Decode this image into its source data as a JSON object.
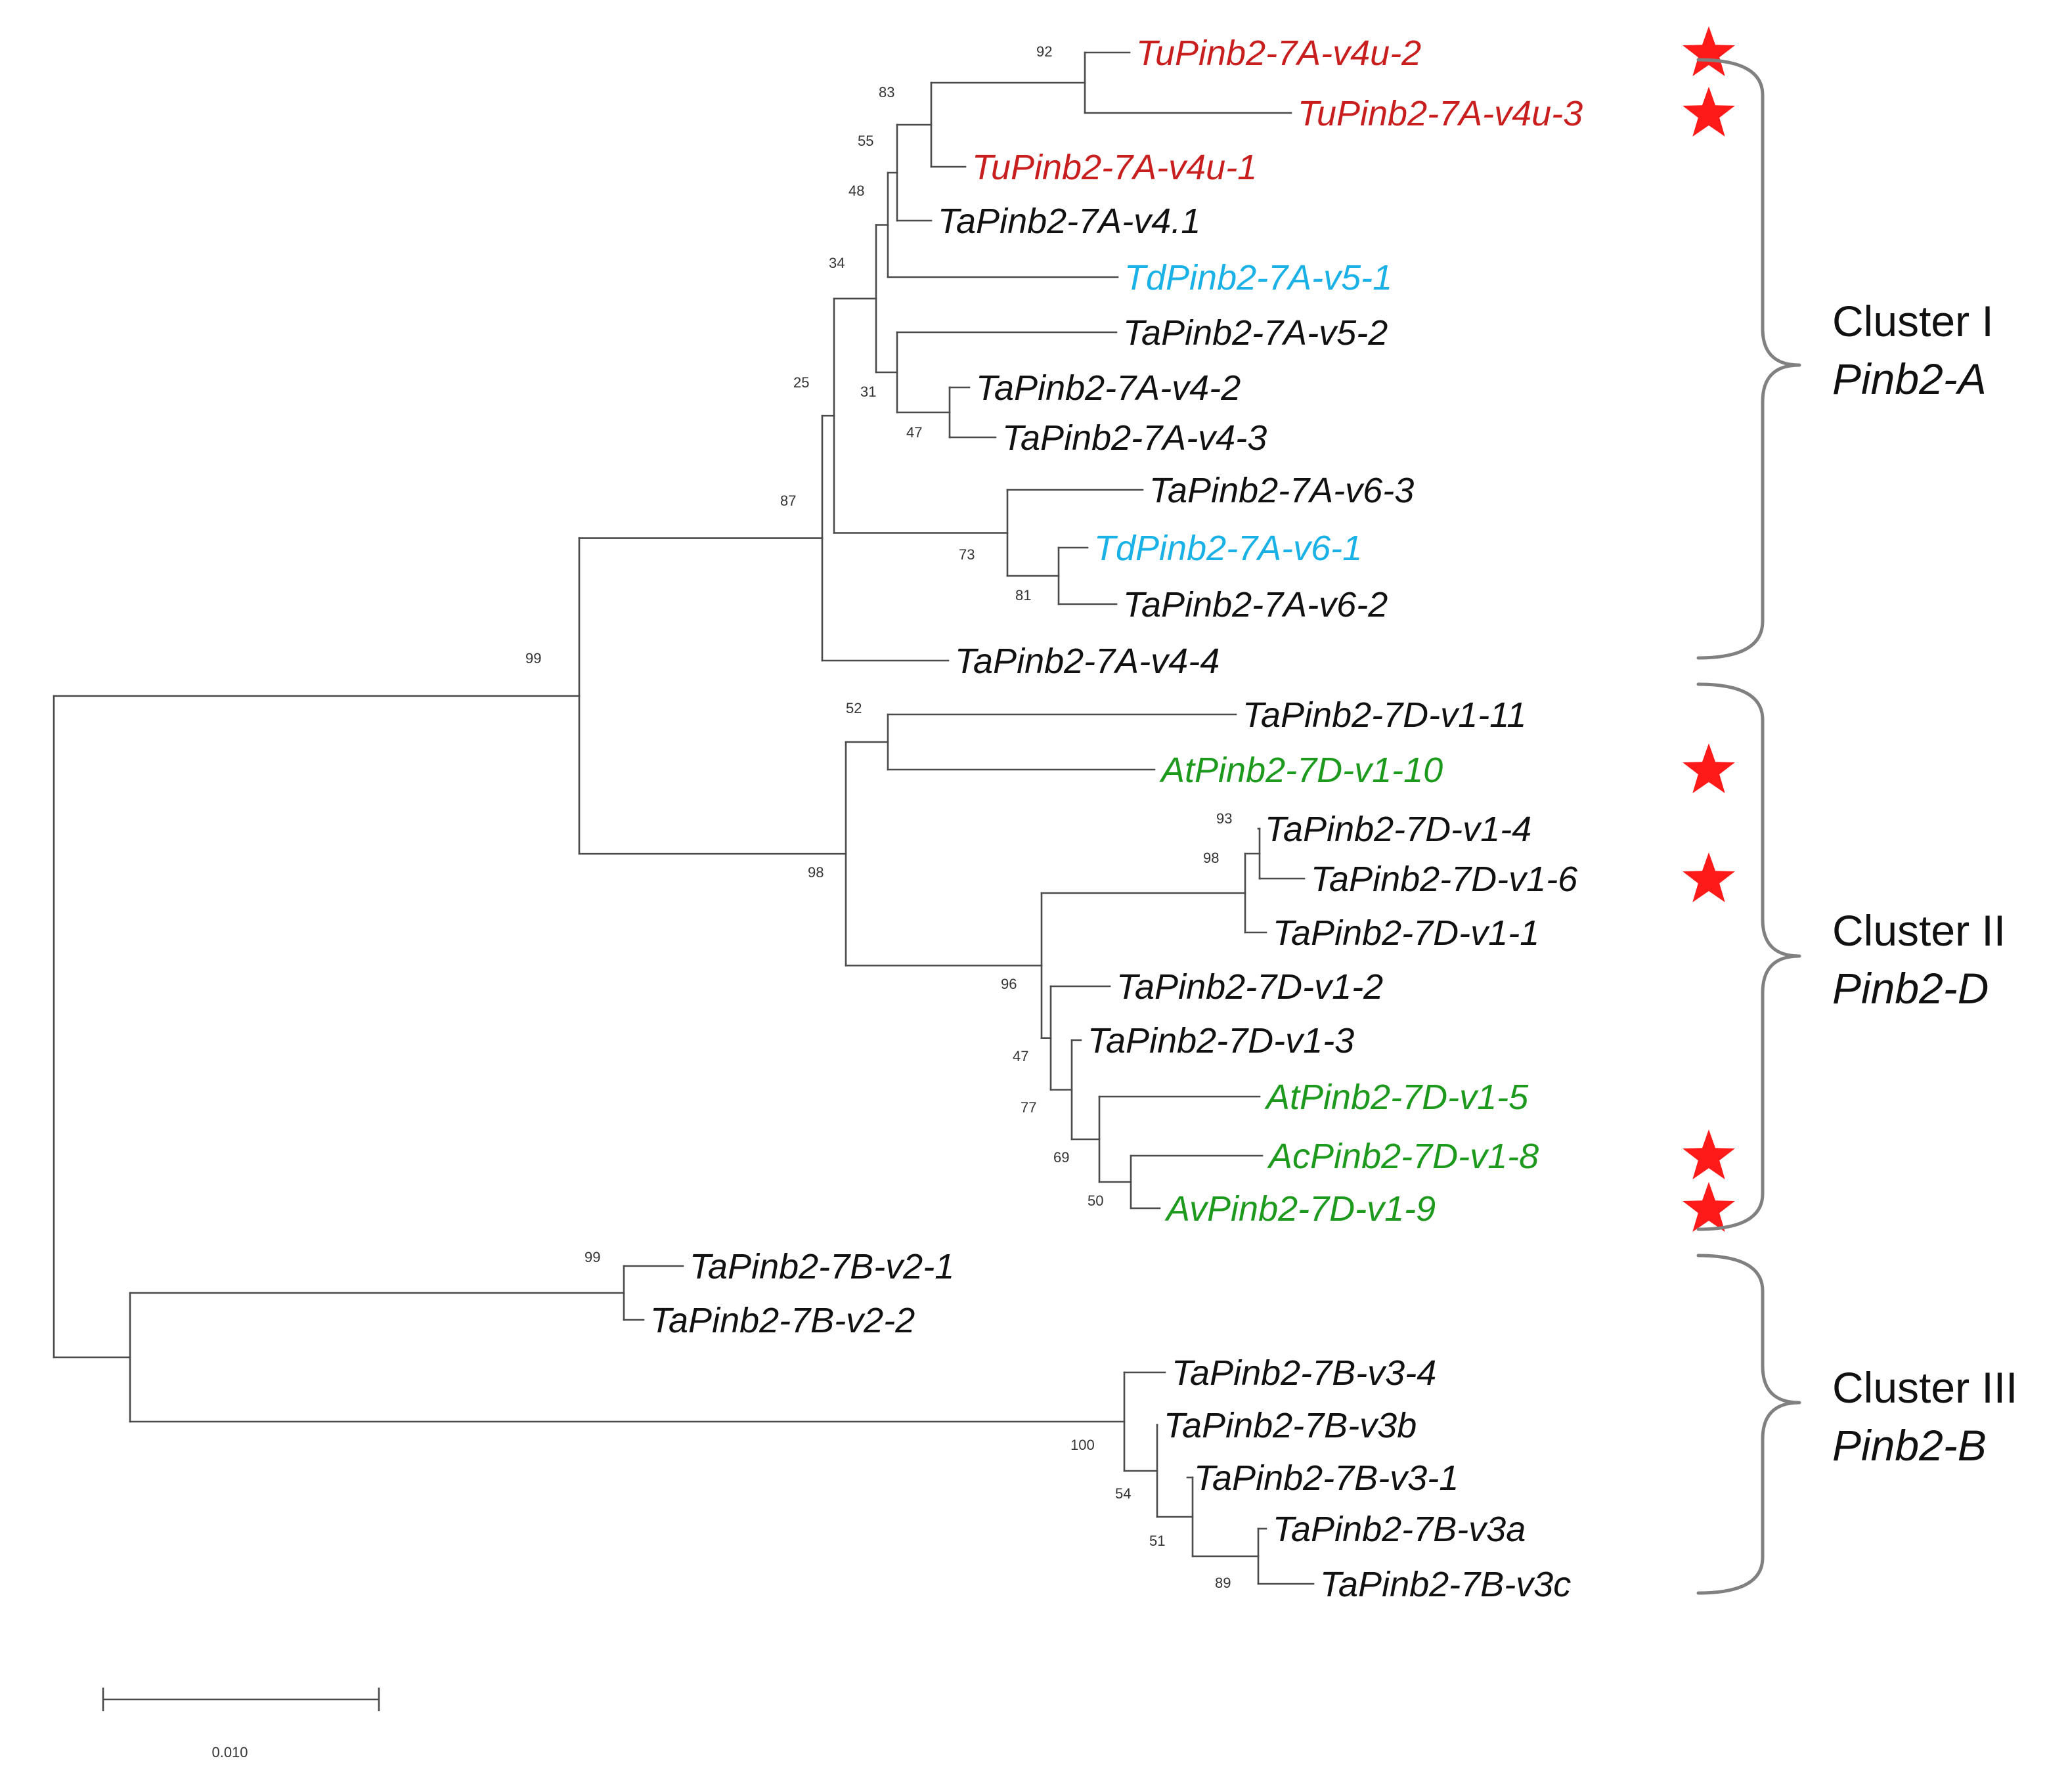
{
  "colors": {
    "Tu": "#c81e1e",
    "Td": "#1ab2e6",
    "Ta": "#111111",
    "Aegilops": "#1d9a1d",
    "star": "#ff1a1a",
    "brace": "#808080",
    "branch": "#4a4a4a"
  },
  "tree": {
    "leaves": [
      {
        "label": "TuPinb2-7A-v4u-2",
        "group": "Tu",
        "star": true
      },
      {
        "label": "TuPinb2-7A-v4u-3",
        "group": "Tu",
        "star": true
      },
      {
        "label": "TuPinb2-7A-v4u-1",
        "group": "Tu",
        "star": false
      },
      {
        "label": "TaPinb2-7A-v4.1",
        "group": "Ta",
        "star": false
      },
      {
        "label": "TdPinb2-7A-v5-1",
        "group": "Td",
        "star": false
      },
      {
        "label": "TaPinb2-7A-v5-2",
        "group": "Ta",
        "star": false
      },
      {
        "label": "TaPinb2-7A-v4-2",
        "group": "Ta",
        "star": false
      },
      {
        "label": "TaPinb2-7A-v4-3",
        "group": "Ta",
        "star": false
      },
      {
        "label": "TaPinb2-7A-v6-3",
        "group": "Ta",
        "star": false
      },
      {
        "label": "TdPinb2-7A-v6-1",
        "group": "Td",
        "star": false
      },
      {
        "label": "TaPinb2-7A-v6-2",
        "group": "Ta",
        "star": false
      },
      {
        "label": "TaPinb2-7A-v4-4",
        "group": "Ta",
        "star": false
      },
      {
        "label": "TaPinb2-7D-v1-11",
        "group": "Ta",
        "star": false
      },
      {
        "label": "AtPinb2-7D-v1-10",
        "group": "Aegilops",
        "star": true
      },
      {
        "label": "TaPinb2-7D-v1-4",
        "group": "Ta",
        "star": false
      },
      {
        "label": "TaPinb2-7D-v1-6",
        "group": "Ta",
        "star": true
      },
      {
        "label": "TaPinb2-7D-v1-1",
        "group": "Ta",
        "star": false
      },
      {
        "label": "TaPinb2-7D-v1-2",
        "group": "Ta",
        "star": false
      },
      {
        "label": "TaPinb2-7D-v1-3",
        "group": "Ta",
        "star": false
      },
      {
        "label": "AtPinb2-7D-v1-5",
        "group": "Aegilops",
        "star": false
      },
      {
        "label": "AcPinb2-7D-v1-8",
        "group": "Aegilops",
        "star": true
      },
      {
        "label": "AvPinb2-7D-v1-9",
        "group": "Aegilops",
        "star": true
      },
      {
        "label": "TaPinb2-7B-v2-1",
        "group": "Ta",
        "star": false
      },
      {
        "label": "TaPinb2-7B-v2-2",
        "group": "Ta",
        "star": false
      },
      {
        "label": "TaPinb2-7B-v3-4",
        "group": "Ta",
        "star": false
      },
      {
        "label": "TaPinb2-7B-v3b",
        "group": "Ta",
        "star": false
      },
      {
        "label": "TaPinb2-7B-v3-1",
        "group": "Ta",
        "star": false
      },
      {
        "label": "TaPinb2-7B-v3a",
        "group": "Ta",
        "star": false
      },
      {
        "label": "TaPinb2-7B-v3c",
        "group": "Ta",
        "star": false
      }
    ],
    "bootstrap_values": [
      "92",
      "83",
      "55",
      "48",
      "34",
      "25",
      "31",
      "47",
      "87",
      "73",
      "81",
      "99",
      "52",
      "98",
      "93",
      "98",
      "96",
      "47",
      "77",
      "69",
      "50",
      "99",
      "100",
      "54",
      "51",
      "89"
    ]
  },
  "clusters": [
    {
      "name": "Cluster I",
      "gene": "Pinb2-A"
    },
    {
      "name": "Cluster II",
      "gene": "Pinb2-D"
    },
    {
      "name": "Cluster III",
      "gene": "Pinb2-B"
    }
  ],
  "scale_bar": {
    "label": "0.010"
  }
}
